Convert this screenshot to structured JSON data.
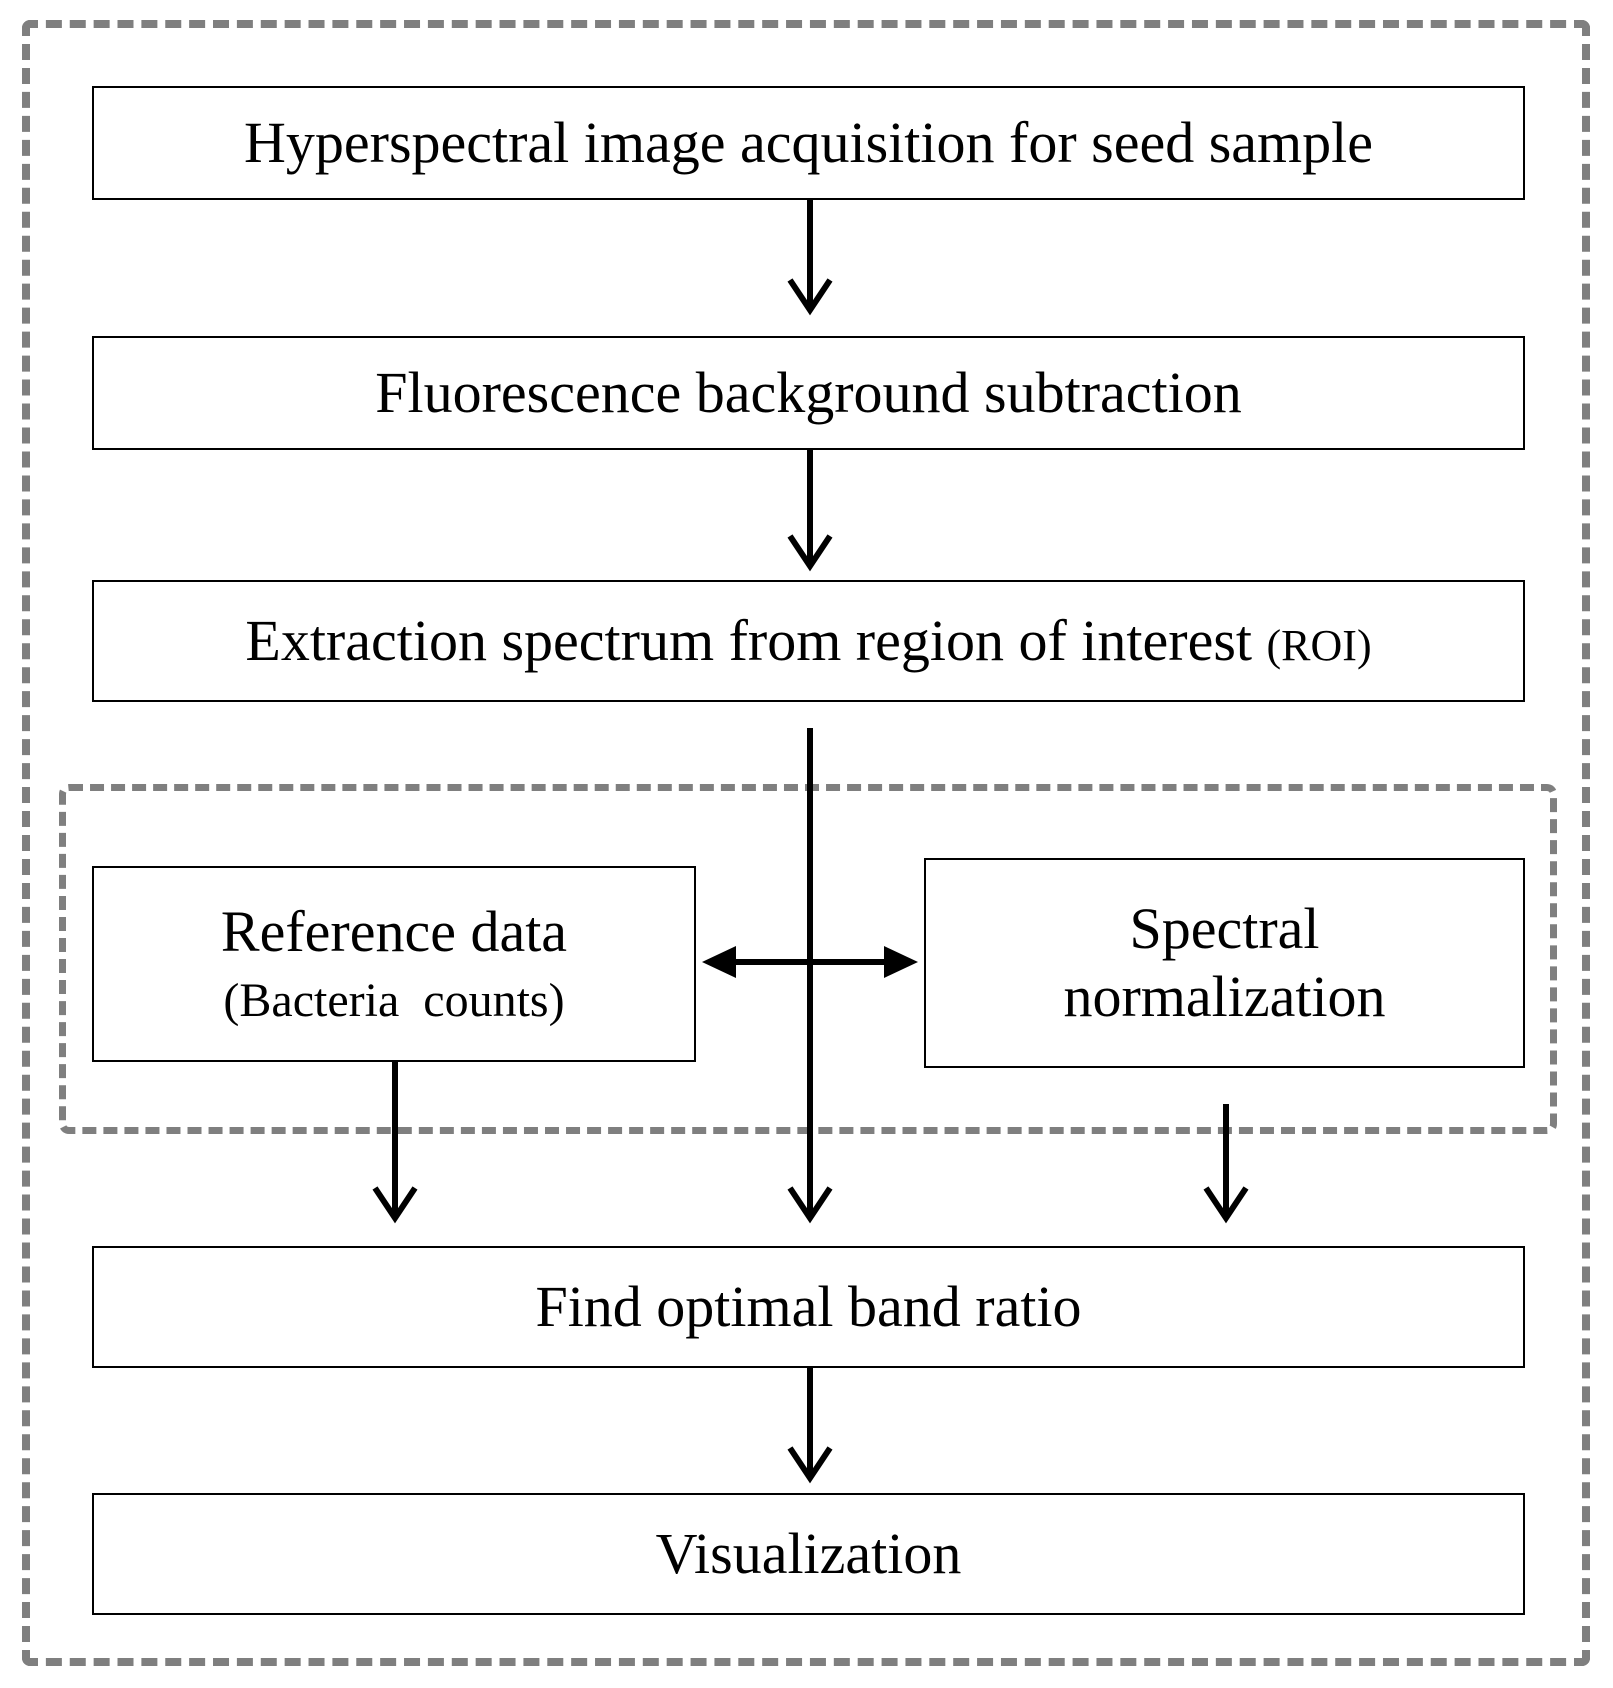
{
  "steps": {
    "acquisition": "Hyperspectral image acquisition for seed sample",
    "fluorescence": "Fluorescence background subtraction",
    "extraction_main": "Extraction spectrum from region of interest",
    "extraction_suffix": "(ROI)",
    "reference_line1": "Reference data",
    "reference_line2": "(Bacteria  counts)",
    "normalization_line1": "Spectral",
    "normalization_line2": "normalization",
    "band_ratio": "Find optimal band ratio",
    "visualization": "Visualization"
  },
  "colors": {
    "dashed_frame": "#7f7f7f",
    "box_border": "#000000",
    "arrow": "#000000"
  }
}
